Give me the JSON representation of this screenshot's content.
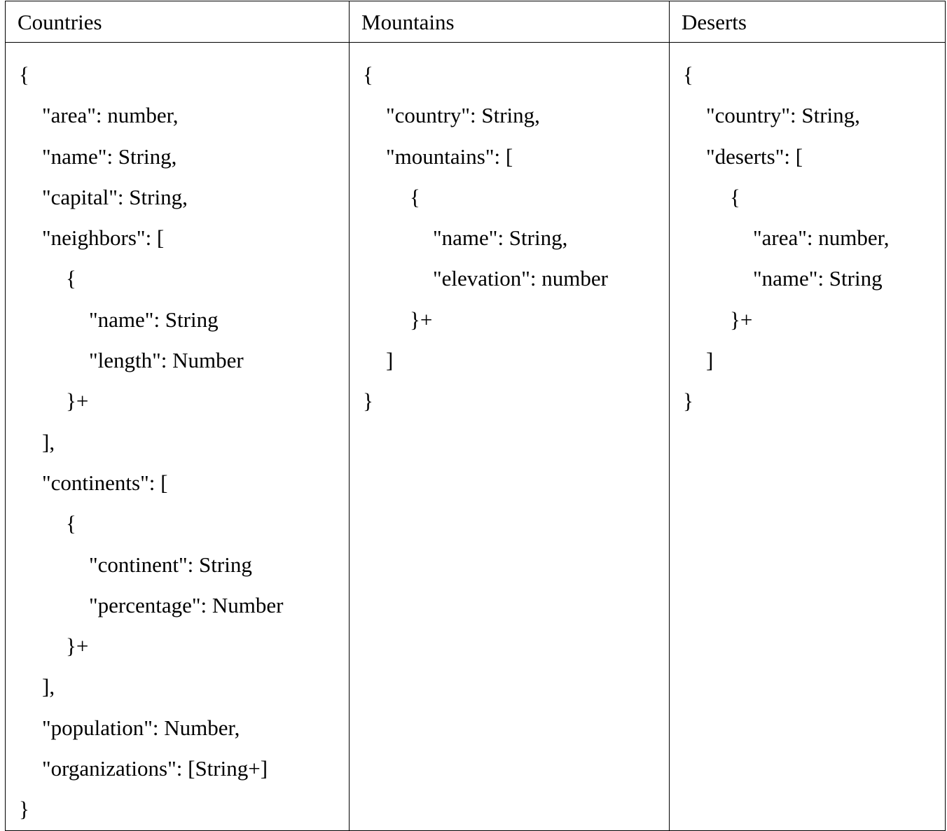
{
  "headers": {
    "countries": "Countries",
    "mountains": "Mountains",
    "deserts": "Deserts"
  },
  "columns": {
    "countries": [
      {
        "text": "{",
        "indent": 0
      },
      {
        "text": "\"area\": number,",
        "indent": 1
      },
      {
        "text": "\"name\": String,",
        "indent": 1
      },
      {
        "text": "\"capital\": String,",
        "indent": 1
      },
      {
        "text": "\"neighbors\": [",
        "indent": 1
      },
      {
        "text": "{",
        "indent": 2
      },
      {
        "text": "\"name\": String",
        "indent": 3
      },
      {
        "text": "\"length\": Number",
        "indent": 3
      },
      {
        "text": "}+",
        "indent": 2
      },
      {
        "text": "],",
        "indent": 1
      },
      {
        "text": "\"continents\": [",
        "indent": 1
      },
      {
        "text": "{",
        "indent": 2
      },
      {
        "text": "\"continent\": String",
        "indent": 3
      },
      {
        "text": "\"percentage\": Number",
        "indent": 3
      },
      {
        "text": "}+",
        "indent": 2
      },
      {
        "text": "],",
        "indent": 1
      },
      {
        "text": "\"population\": Number,",
        "indent": 1
      },
      {
        "text": "\"organizations\": [String+]",
        "indent": 1
      },
      {
        "text": "}",
        "indent": 0
      }
    ],
    "mountains": [
      {
        "text": "{",
        "indent": 0
      },
      {
        "text": "\"country\": String,",
        "indent": 1
      },
      {
        "text": "\"mountains\": [",
        "indent": 1
      },
      {
        "text": "{",
        "indent": 2
      },
      {
        "text": "\"name\": String,",
        "indent": 3
      },
      {
        "text": "\"elevation\": number",
        "indent": 3
      },
      {
        "text": "}+",
        "indent": 2
      },
      {
        "text": "]",
        "indent": 1
      },
      {
        "text": "}",
        "indent": 0
      }
    ],
    "deserts": [
      {
        "text": "{",
        "indent": 0
      },
      {
        "text": "\"country\": String,",
        "indent": 1
      },
      {
        "text": "\"deserts\": [",
        "indent": 1
      },
      {
        "text": "{",
        "indent": 2
      },
      {
        "text": "\"area\": number,",
        "indent": 3
      },
      {
        "text": "\"name\": String",
        "indent": 3
      },
      {
        "text": "}+",
        "indent": 2
      },
      {
        "text": "]",
        "indent": 1
      },
      {
        "text": "}",
        "indent": 0
      }
    ]
  }
}
